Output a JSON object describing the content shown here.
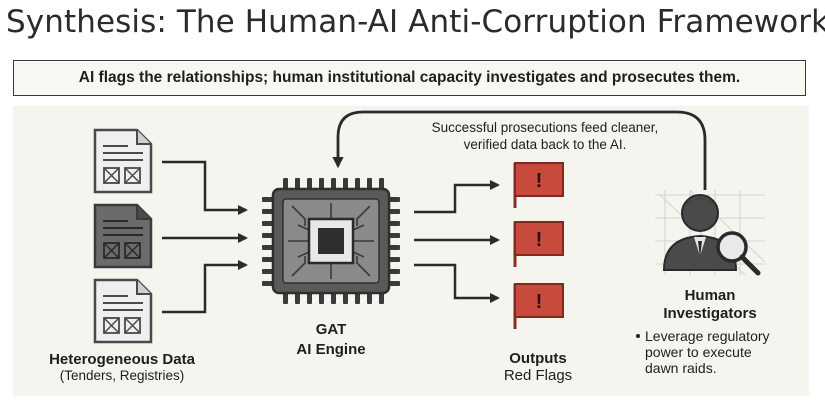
{
  "title": "Synthesis: The Human-AI Anti-Corruption Framework",
  "subtitle": "AI flags the relationships; human institutional capacity investigates and prosecutes them.",
  "feedback": {
    "line1": "Successful prosecutions feed cleaner,",
    "line2": "verified data back to the AI."
  },
  "data_source": {
    "title": "Heterogeneous Data",
    "subtitle": "(Tenders, Registries)"
  },
  "engine": {
    "line1": "GAT",
    "line2": "AI Engine"
  },
  "outputs": {
    "title": "Outputs",
    "subtitle": "Red Flags"
  },
  "investigators": {
    "line1": "Human",
    "line2": "Investigators",
    "bullet": "Leverage regulatory power to execute dawn raids.",
    "bullet_line1": "Leverage regulatory",
    "bullet_line2": "power to execute",
    "bullet_line3": "dawn raids."
  },
  "colors": {
    "flag": "#c84a3c",
    "chip": "#5a5a5a",
    "doc": "#6b6b6b",
    "panel": "#f5f4ee"
  }
}
